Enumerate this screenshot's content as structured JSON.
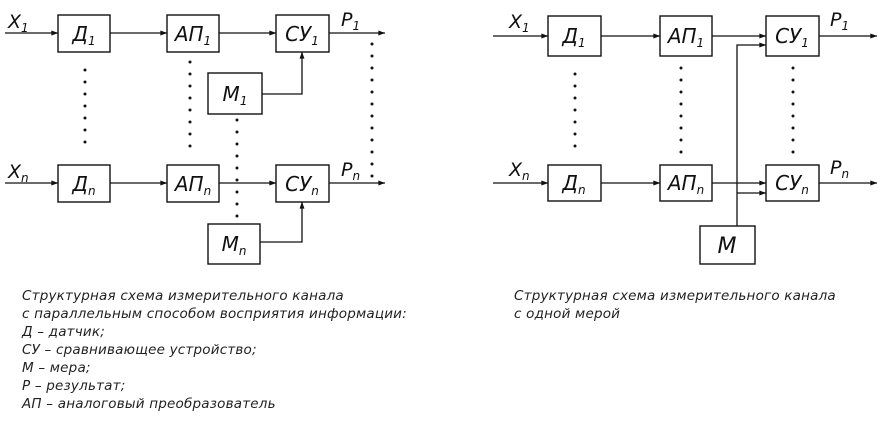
{
  "left_diagram": {
    "inputs": {
      "x1": "X1",
      "xn": "Xn"
    },
    "blocks": {
      "d1": "Д1",
      "ap1": "АП1",
      "su1": "СУ1",
      "m1": "М1",
      "dn": "Дn",
      "apn": "АПn",
      "sun": "СУn",
      "mn": "Мn"
    },
    "outputs": {
      "p1": "P1",
      "pn": "Pn"
    },
    "caption": [
      "Структурная схема измерительного канала",
      "с параллельным способом восприятия информации:",
      "Д – датчик;",
      "СУ – сравнивающее устройство;",
      "М – мера;",
      "Р – результат;",
      "АП – аналоговый преобразователь"
    ]
  },
  "right_diagram": {
    "inputs": {
      "x1": "X1",
      "xn": "Xn"
    },
    "blocks": {
      "d1": "Д1",
      "ap1": "АП1",
      "su1": "СУ1",
      "dn": "Дn",
      "apn": "АПn",
      "sun": "СУn",
      "m": "М"
    },
    "outputs": {
      "p1": "P1",
      "pn": "Pn"
    },
    "caption": [
      "Структурная схема измерительного канала",
      "с одной мерой"
    ]
  },
  "colors": {
    "ink": "#111111",
    "caption": "#222222",
    "background": "#ffffff"
  }
}
